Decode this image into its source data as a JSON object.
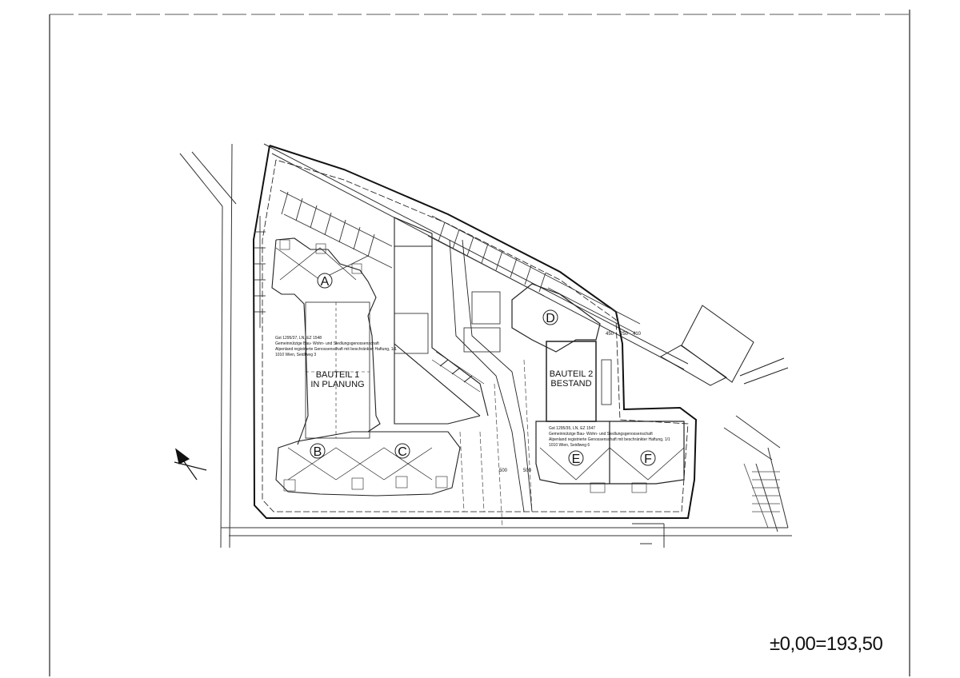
{
  "plan": {
    "sections": {
      "bauteil1": {
        "line1": "BAUTEIL 1",
        "line2": "IN PLANUNG"
      },
      "bauteil2": {
        "line1": "BAUTEIL 2",
        "line2": "BESTAND"
      }
    },
    "blocks": [
      "A",
      "B",
      "C",
      "D",
      "E",
      "F"
    ],
    "parcels": {
      "parcel1": {
        "line1": "Gst 1295/37, LN, EZ 1548",
        "line2": "Gemeinnützige Bau- Wohn- und Siedlungsgenossenschaft",
        "line3": "Alpenland registrierte Genossenschaft mit beschränkter Haftung, 1/1",
        "line4": "1010 Wien, Seidlweg 3"
      },
      "parcel2": {
        "line1": "Gst 1295/35, LN, EZ 1547",
        "line2": "Gemeinnützige Bau- Wohn- und Siedlungsgenossenschaft",
        "line3": "Alpenland registrierte Genossenschaft mit beschränkter Haftung, 1/1",
        "line4": "1010 Wien, Seidlweg 6"
      }
    },
    "dimensions": {
      "d1": "450",
      "d2": "250",
      "d3": "410",
      "d4": "500",
      "d5": "500"
    },
    "elevation_note": "±0,00=193,50"
  }
}
